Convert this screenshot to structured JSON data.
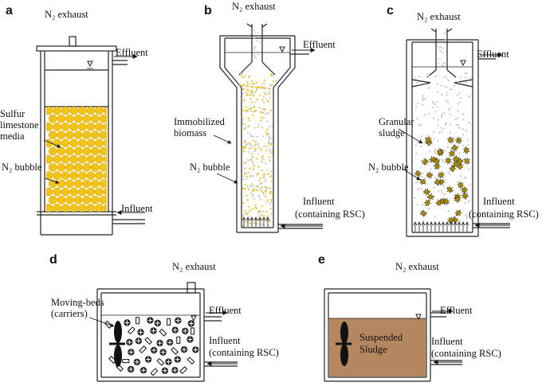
{
  "panels": {
    "a": {
      "letter": "a",
      "exhaust": "N₂ exhaust",
      "effluent": "Effluent",
      "media": [
        "Sulfur",
        "limestone",
        "media"
      ],
      "bubble": "N₂ bubble",
      "influent": "Influent"
    },
    "b": {
      "letter": "b",
      "exhaust": "N₂ exhaust",
      "effluent": "Effluent",
      "biomass": [
        "Immobilized",
        "biomass"
      ],
      "bubble": "N₂ bubble",
      "influent": [
        "Influent",
        "(containing RSC)"
      ]
    },
    "c": {
      "letter": "c",
      "exhaust": "N₂ exhaust",
      "effluent": "Effluent",
      "sludge": [
        "Granular",
        "sludge"
      ],
      "bubble": "N₂ bubble",
      "influent": [
        "Influent",
        "(containing RSC)"
      ]
    },
    "d": {
      "letter": "d",
      "exhaust": "N₂ exhaust",
      "effluent": "Effluent",
      "carriers": [
        "Moving-beds",
        "(carriers)"
      ],
      "influent": [
        "Influent",
        "(containing RSC)"
      ]
    },
    "e": {
      "letter": "e",
      "exhaust": "N₂ exhaust",
      "effluent": "Effluent",
      "sludge": [
        "Suspended",
        "Sludge"
      ],
      "influent": [
        "Influent",
        "(containing RSC)"
      ]
    }
  },
  "colors": {
    "media": "#f2c418",
    "media_edge": "#c99a00",
    "granule": "#a88a00",
    "sludge": "#b5875e",
    "bubble": "#c8c8c8",
    "biomass": "#e6c32a"
  }
}
